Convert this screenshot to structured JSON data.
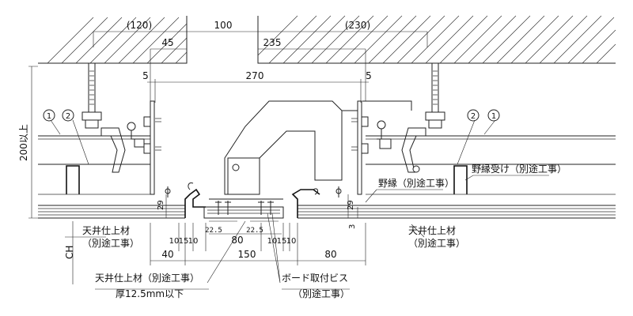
{
  "dims_top": {
    "d120": "(120)",
    "d100": "100",
    "d230": "(230)",
    "d45": "45",
    "d235": "235",
    "d270": "270",
    "d5_left": "5",
    "d5_right": "5"
  },
  "dims_side": {
    "height_label": "200以上",
    "ch": "CH",
    "d29_left": "29",
    "d29_right": "29",
    "d3": "3"
  },
  "dims_bottom": {
    "d10a": "10",
    "d15a": "15",
    "d10b": "10",
    "d22_5a": "22.5",
    "d22_5b": "22.5",
    "d80_mid": "80",
    "d10c": "10",
    "d15b": "15",
    "d10d": "10",
    "d40": "40",
    "d150": "150",
    "d80_right": "80"
  },
  "markers": {
    "m1_left": "1",
    "m2_left": "2",
    "m2_right": "2",
    "m1_right": "1"
  },
  "labels": {
    "nobuchi_uke": "野縁受け（別途工事）",
    "nobuchi": "野縁（別途工事）",
    "ceiling_left_1": "天井仕上材",
    "ceiling_left_2": "（別途工事）",
    "ceiling_right_1": "天井仕上材",
    "ceiling_right_2": "（別途工事）",
    "ceiling_bottom_1": "天井仕上材（別途工事）",
    "ceiling_bottom_2": "厚12.5mm以下",
    "board_screw_1": "ボード取付ビス",
    "board_screw_2": "（別途工事）"
  }
}
